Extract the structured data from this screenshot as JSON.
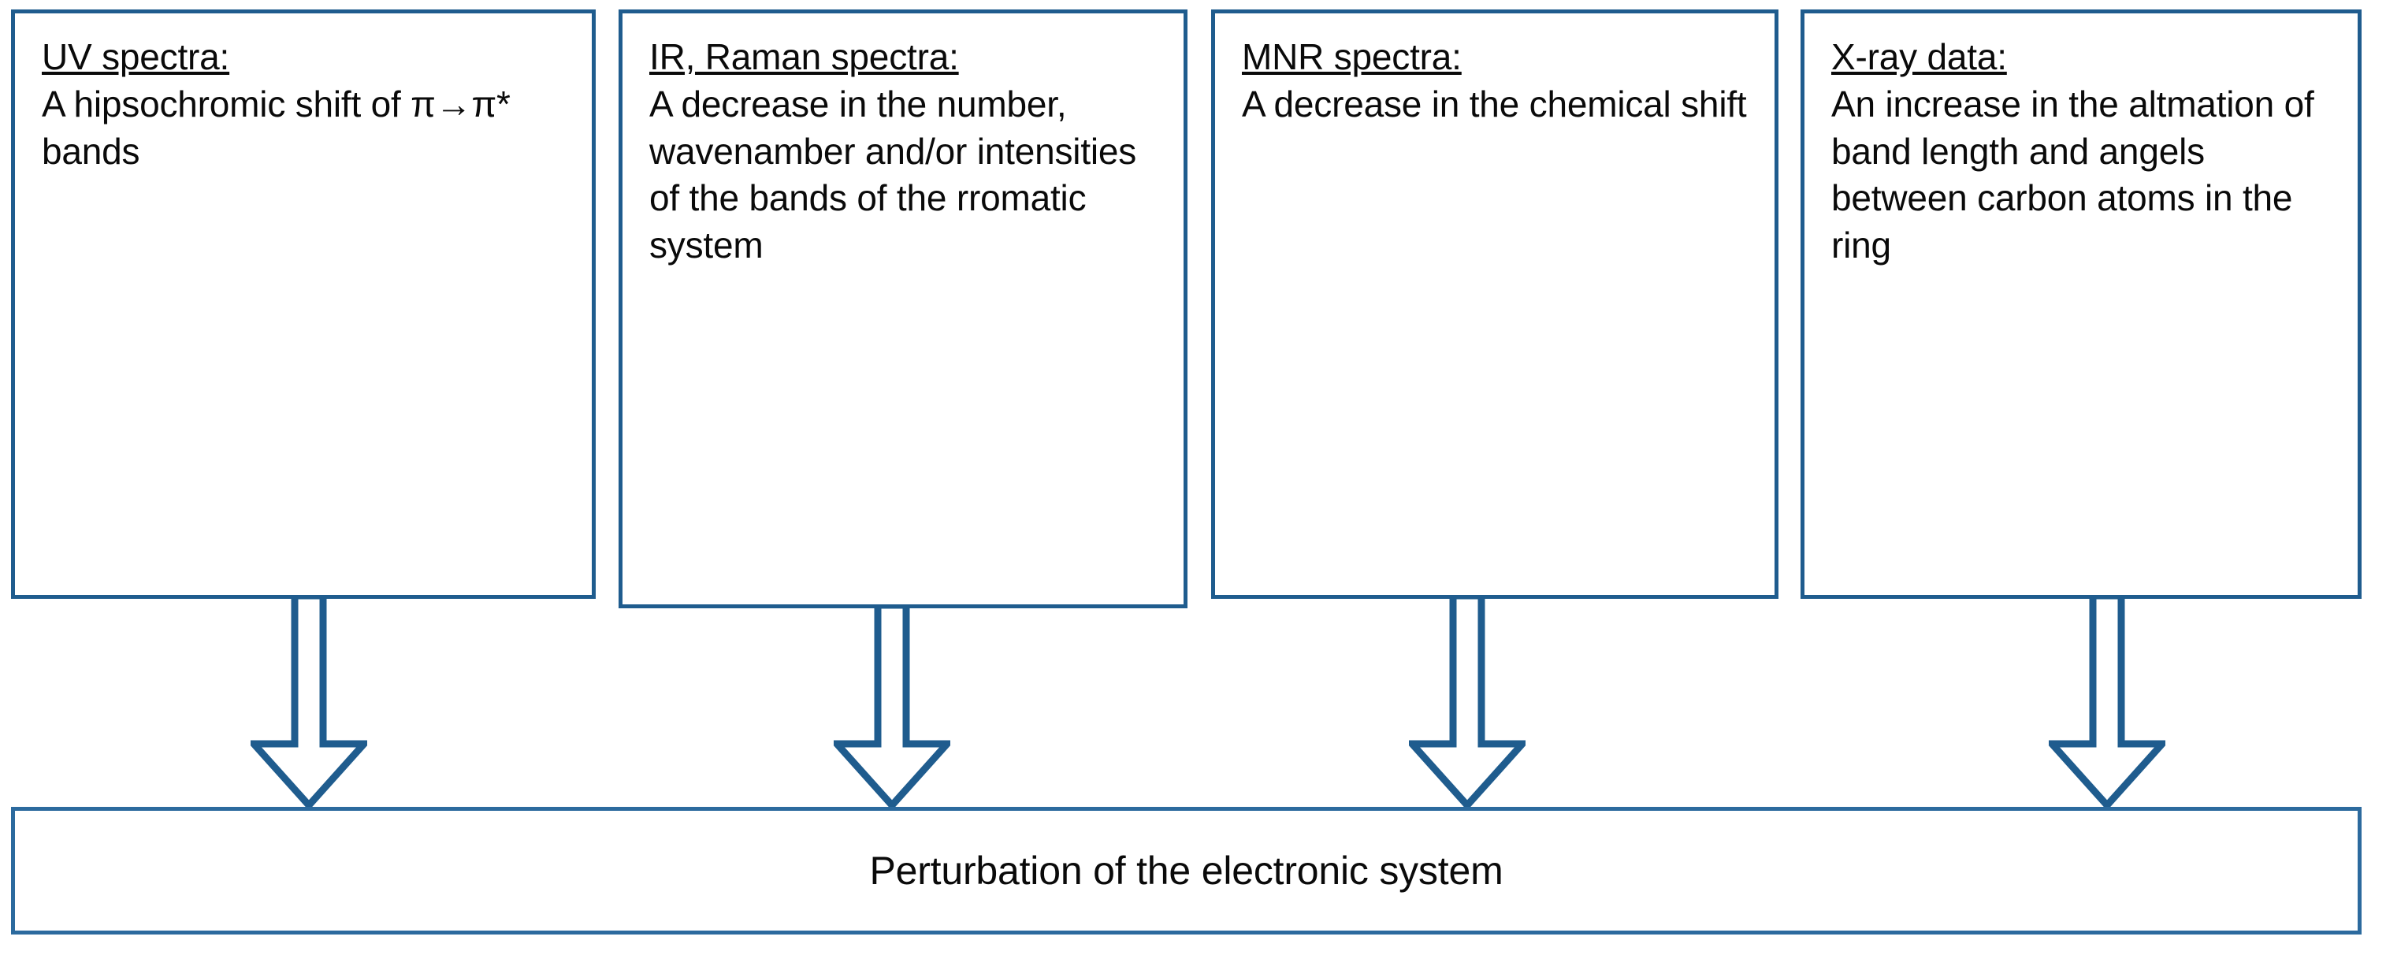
{
  "diagram": {
    "type": "flowchart",
    "accent_color": "#1F5C8E",
    "bar_border_color": "#2C6A9E",
    "background": "#FFFFFF",
    "arrow_fill": "#FFFFFF",
    "arrow_stroke": "#1F5C8E",
    "nodes": [
      {
        "id": "uv",
        "title": "UV spectra:",
        "body": "A hipsochromic shift of π→π* bands"
      },
      {
        "id": "ir-raman",
        "title": "IR, Raman spectra:",
        "body": "A decrease in the number, wavenamber and/or intensities of the bands of the rromatic system"
      },
      {
        "id": "mnr",
        "title": "MNR spectra:",
        "body": "A decrease in the chemical shift"
      },
      {
        "id": "xray",
        "title": "X-ray data:",
        "body": "An increase in the altmation of band length and angels between carbon atoms in the ring"
      }
    ],
    "result": {
      "id": "perturbation",
      "label": "Perturbation of the electronic system"
    },
    "connectors": [
      {
        "from": "uv",
        "to": "perturbation",
        "glyph": "down-block-arrow"
      },
      {
        "from": "ir-raman",
        "to": "perturbation",
        "glyph": "down-block-arrow"
      },
      {
        "from": "mnr",
        "to": "perturbation",
        "glyph": "down-block-arrow"
      },
      {
        "from": "xray",
        "to": "perturbation",
        "glyph": "down-block-arrow"
      }
    ]
  }
}
